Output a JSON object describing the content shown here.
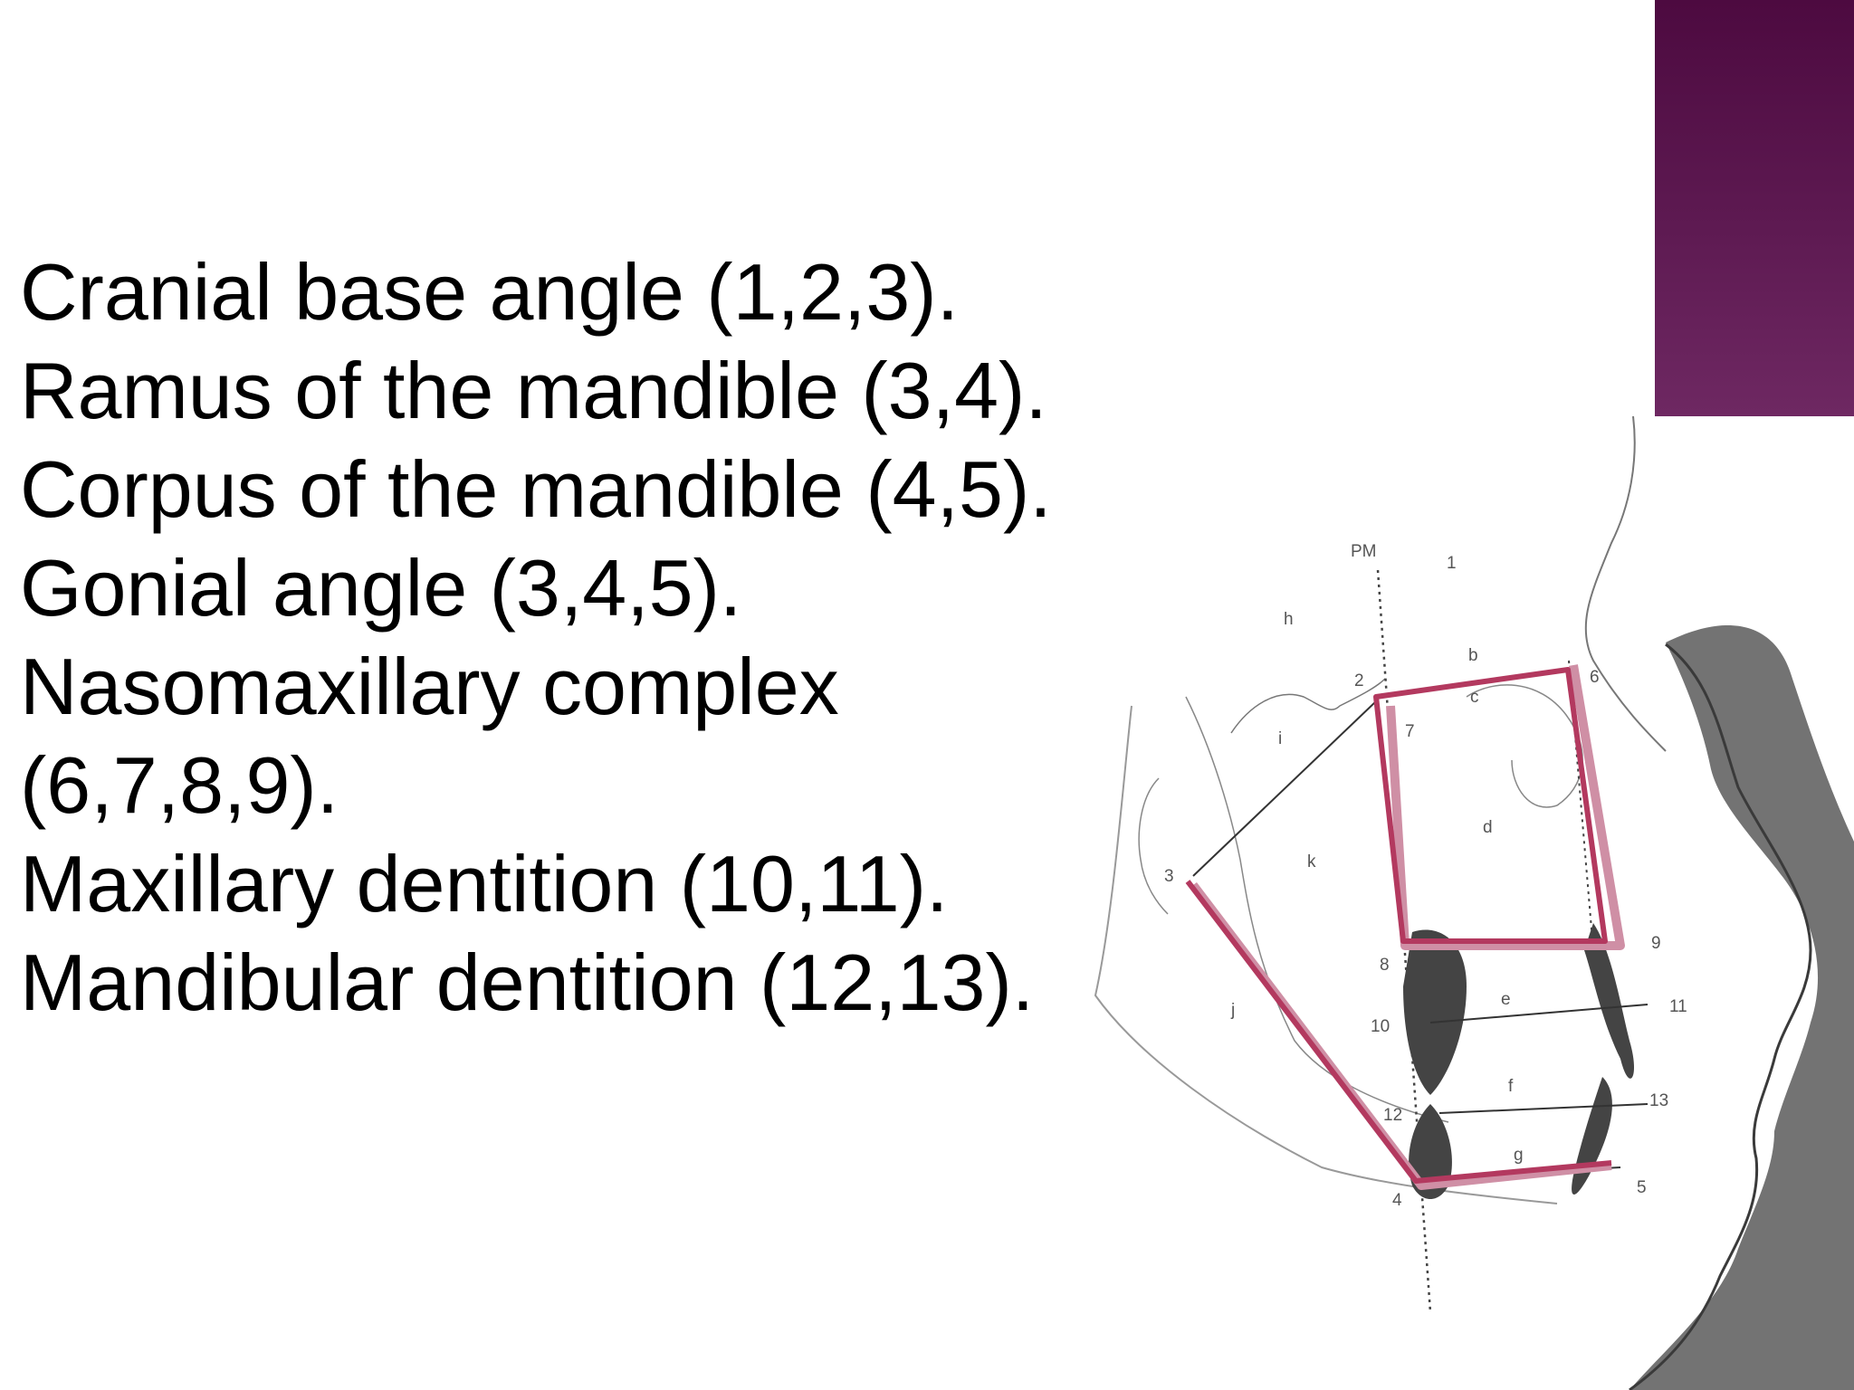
{
  "slide": {
    "accent_color": "#5a1450",
    "lines": [
      "Cranial base angle (1,2,3).",
      "Ramus of the mandible (3,4).",
      "Corpus of the mandible (4,5).",
      "Gonial angle (3,4,5).",
      "Nasomaxillary complex",
      "(6,7,8,9).",
      "Maxillary dentition (10,11).",
      "Mandibular dentition (12,13)."
    ]
  },
  "diagram": {
    "overlay_color": "#b3395f",
    "overlay_light_color": "#cf8fa5",
    "labels": {
      "pm": "PM",
      "h": "h",
      "b": "b",
      "c": "c",
      "d": "d",
      "e": "e",
      "f": "f",
      "g": "g",
      "i": "i",
      "j": "j",
      "k": "k",
      "n1": "1",
      "n2": "2",
      "n3": "3",
      "n4": "4",
      "n5": "5",
      "n6": "6",
      "n7": "7",
      "n8": "8",
      "n9": "9",
      "n10": "10",
      "n11": "11",
      "n12": "12",
      "n13": "13"
    }
  }
}
